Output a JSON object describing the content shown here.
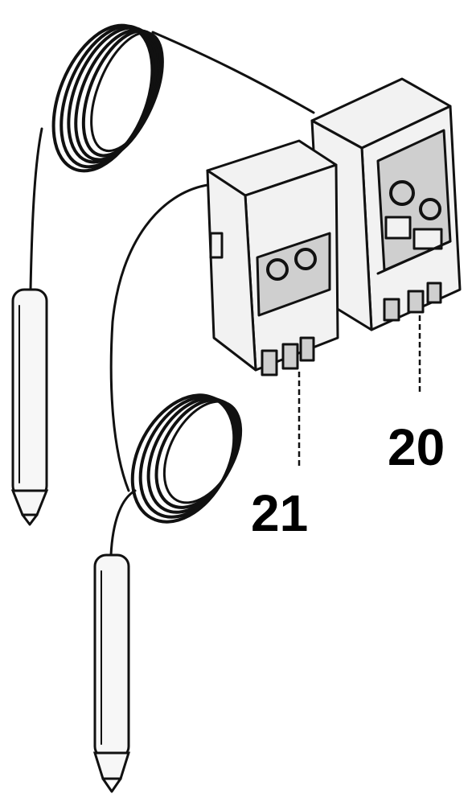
{
  "callouts": [
    {
      "id": "20",
      "label": "20"
    },
    {
      "id": "21",
      "label": "21"
    }
  ],
  "colors": {
    "ink": "#111111",
    "background": "#ffffff",
    "shade": "#cfcfcf"
  }
}
